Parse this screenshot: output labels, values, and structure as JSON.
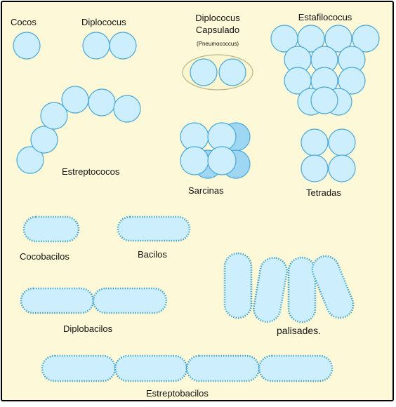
{
  "colors": {
    "background": "#fdf9d8",
    "border": "#000000",
    "cell_fill": "#cdeefd",
    "cell_fill_dark": "#9fd7f2",
    "cell_stroke": "#4aa8d8",
    "capsule_fill": "#fbf6cf",
    "capsule_stroke": "#b9b58a",
    "flagella": "#3aa0c8",
    "text": "#111111"
  },
  "labels": {
    "cocos": "Cocos",
    "diplococus": "Diplococus",
    "diplococus_capsulado_line1": "Diplococus",
    "diplococus_capsulado_line2": "Capsulado",
    "pneumococcus": "(Pneumococcus)",
    "estafilococus": "Estafilococus",
    "estreptococos": "Estreptococos",
    "sarcinas": "Sarcinas",
    "tetradas": "Tetradas",
    "cocobacilos": "Cocobacilos",
    "bacilos": "Bacilos",
    "diplobacilos": "Diplobacilos",
    "palisades": "palisades.",
    "estreptobacilos": "Estreptobacilos"
  }
}
